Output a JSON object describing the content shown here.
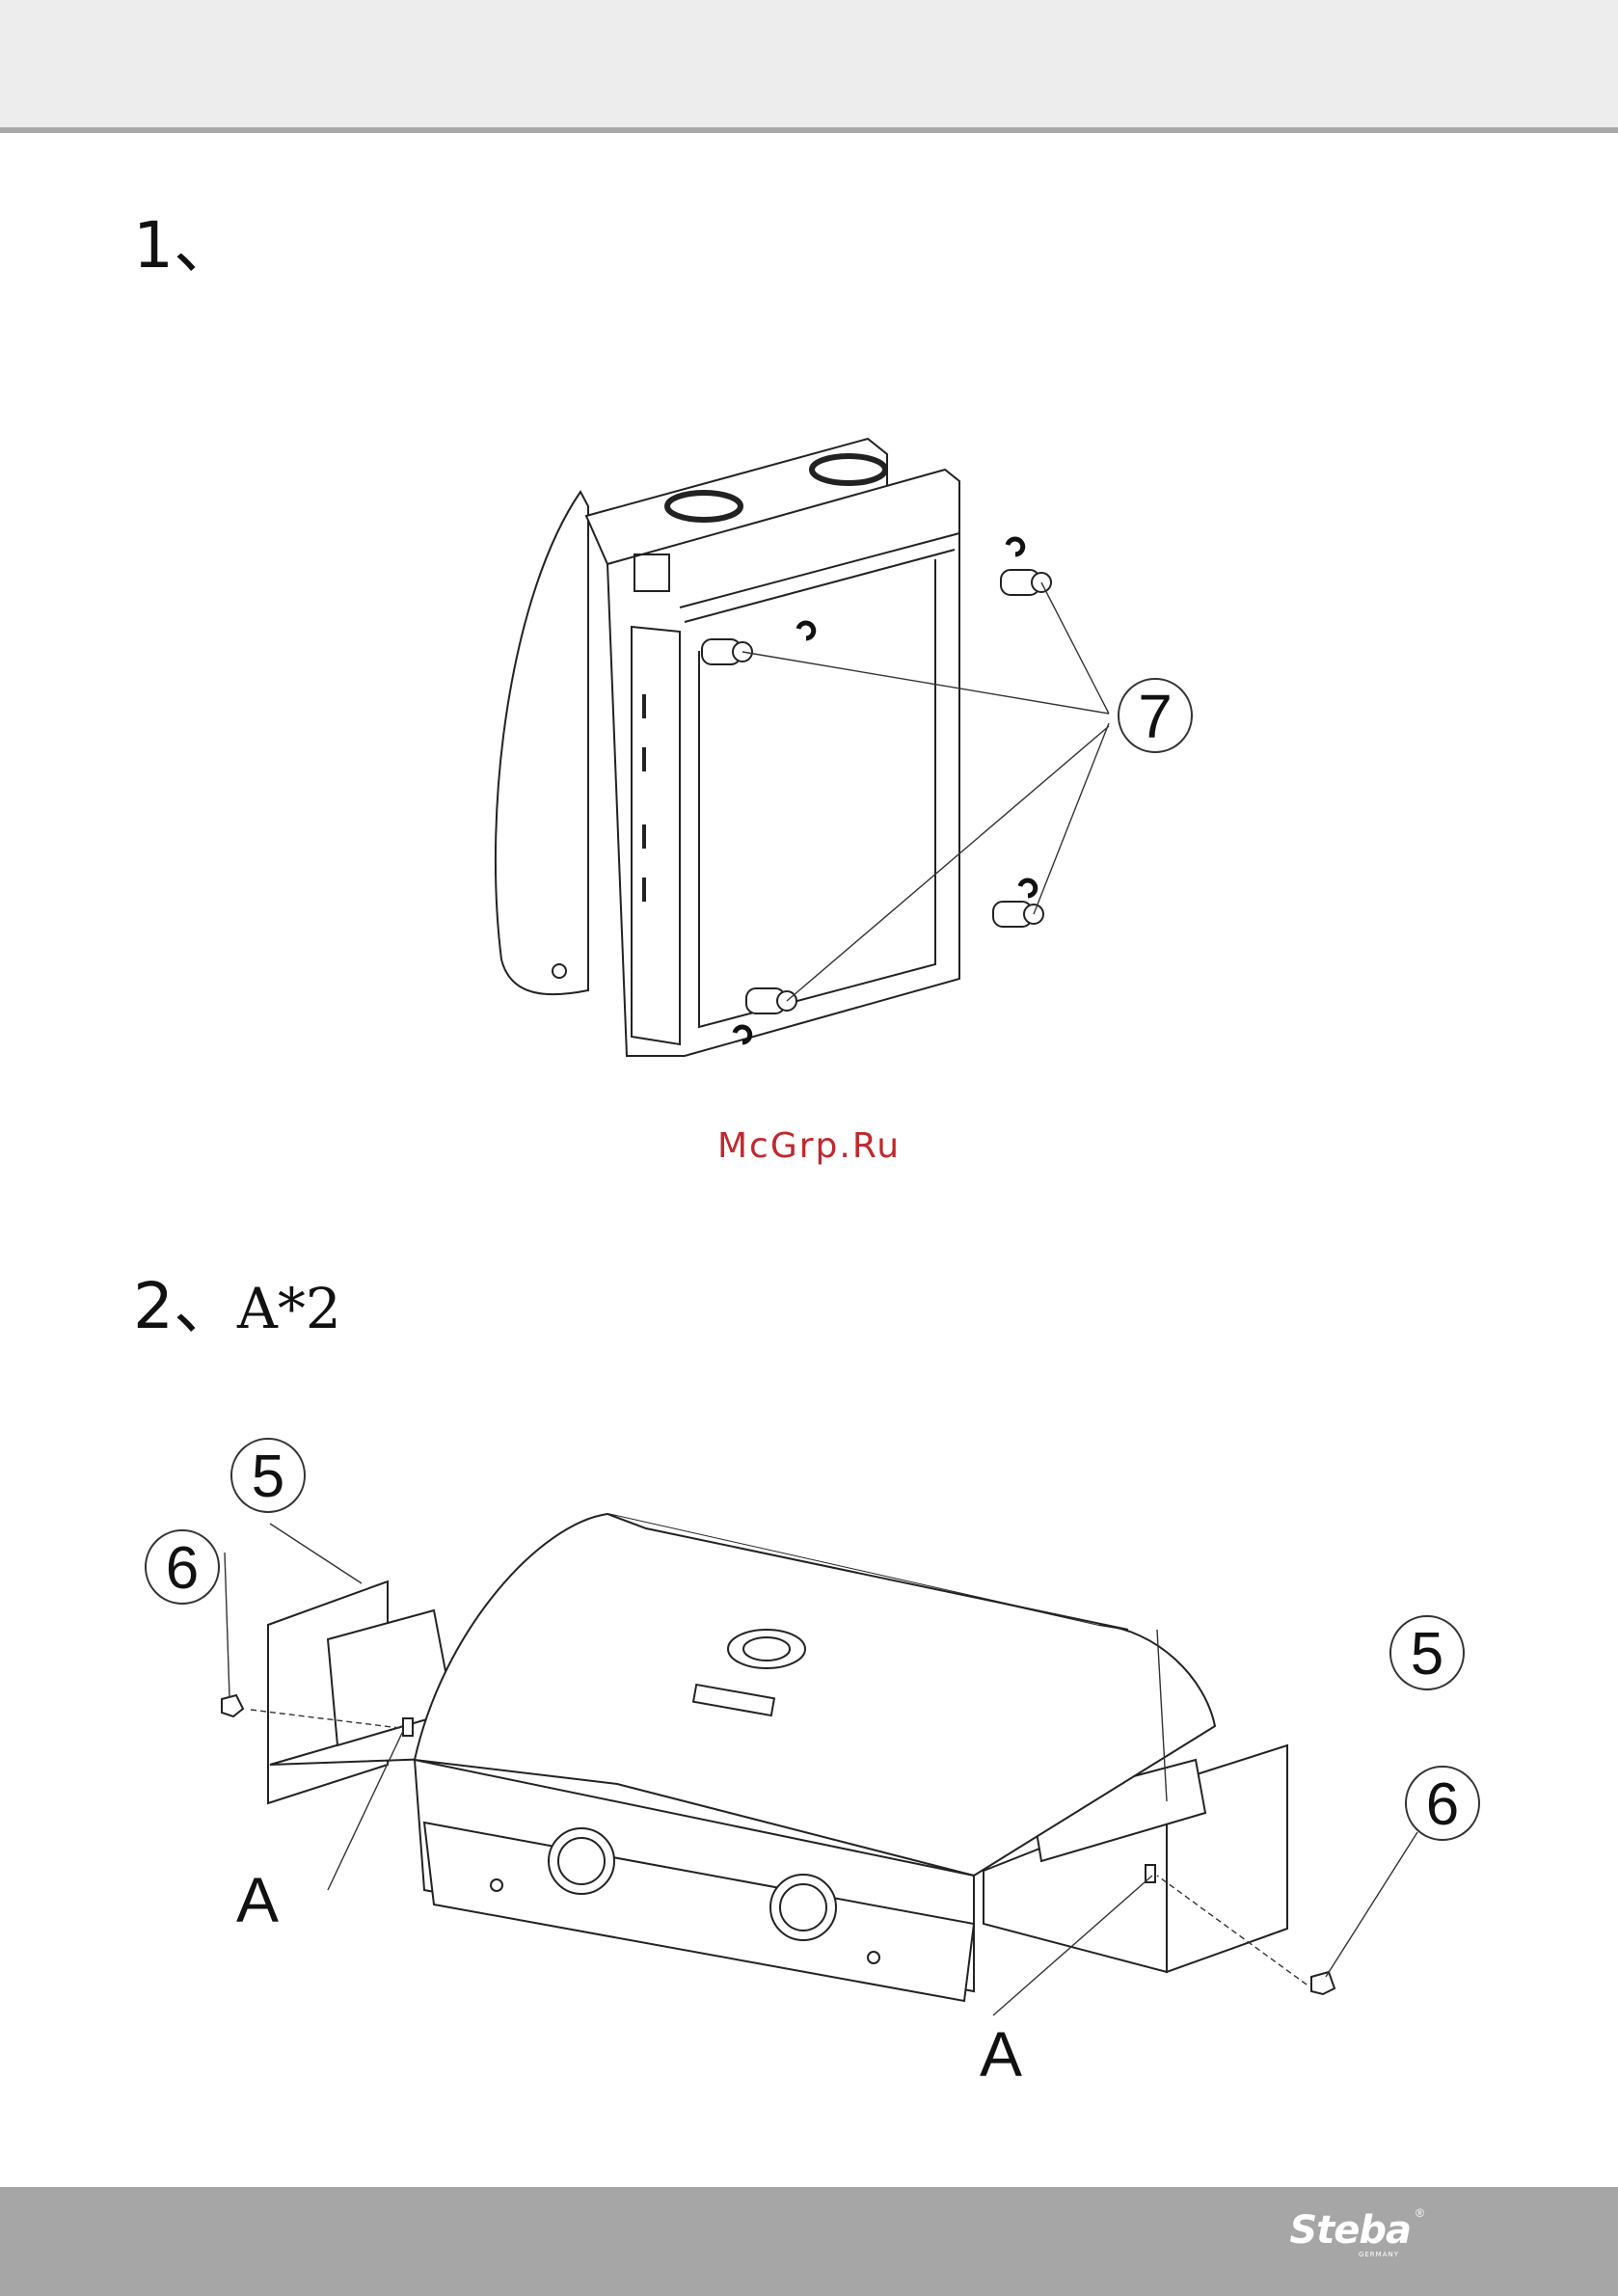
{
  "steps": [
    {
      "number": "1",
      "suffix": ""
    },
    {
      "number": "2",
      "suffix": "A*2"
    }
  ],
  "watermark": "McGrp.Ru",
  "figure1": {
    "callouts": [
      "7"
    ]
  },
  "figure2": {
    "callouts": [
      "5",
      "6",
      "A",
      "5",
      "6",
      "A"
    ]
  },
  "footer": {
    "brand": "Steba",
    "brand_sub": "GERMANY",
    "registered": "®"
  }
}
